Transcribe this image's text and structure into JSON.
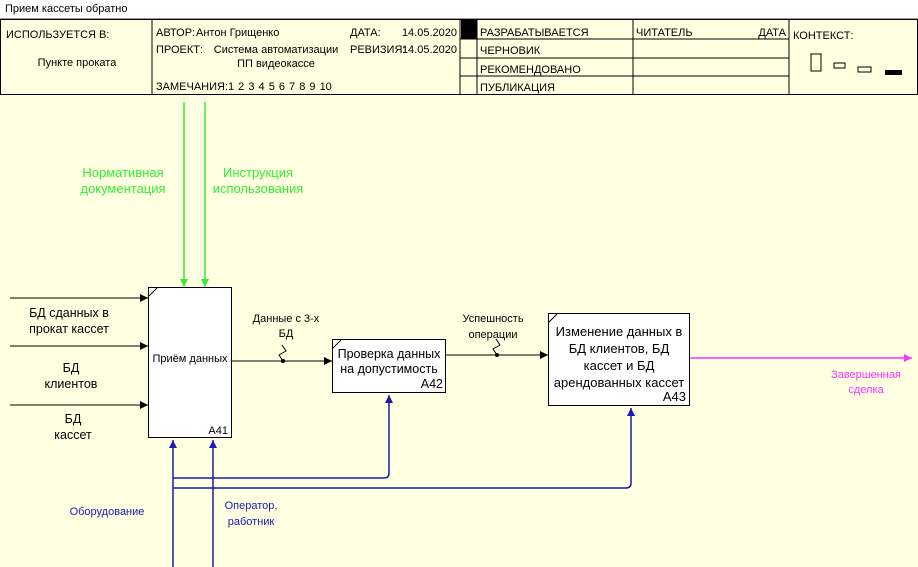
{
  "window": {
    "title": "Прием кассеты обратно"
  },
  "header": {
    "used_in_label": "ИСПОЛЬЗУЕТСЯ В:",
    "used_in_value": "Пункте проката",
    "author_label": "АВТОР:",
    "author_value": "Антон Грищенко",
    "project_label": "ПРОЕКТ:",
    "project_value_1": "Система автоматизации",
    "project_value_2": "ПП видеокассе",
    "date_label": "ДАТА:",
    "date_value": "14.05.2020",
    "revision_label": "РЕВИЗИЯ:",
    "revision_value": "14.05.2020",
    "notes_label": "ЗАМЕЧАНИЯ:",
    "notes_numbers": "1 2 3 4 5 6 7 8 9 10",
    "status_working": "РАЗРАБАТЫВАЕТСЯ",
    "status_draft": "ЧЕРНОВИК",
    "status_recommended": "РЕКОМЕНДОВАНО",
    "status_publication": "ПУБЛИКАЦИЯ",
    "reader_label": "ЧИТАТЕЛЬ",
    "reader_date_label": "ДАТА",
    "context_label": "КОНТЕКСТ:"
  },
  "diagram": {
    "controls": {
      "normative_1": "Нормативная",
      "normative_2": "документация",
      "instruction_1": "Инструкция",
      "instruction_2": "использования"
    },
    "inputs": {
      "returned_1": "БД сданных в",
      "returned_2": "прокат кассет",
      "clients_1": "БД",
      "clients_2": "клиентов",
      "cassettes_1": "БД",
      "cassettes_2": "кассет"
    },
    "boxes": {
      "a41_title": "Приём данных",
      "a41_id": "A41",
      "a42_title_1": "Проверка данных",
      "a42_title_2": "на допустимость",
      "a42_id": "A42",
      "a43_title_1": "Изменение данных в",
      "a43_title_2": "БД клиентов, БД",
      "a43_title_3": "кассет и БД",
      "a43_title_4": "арендованных кассет",
      "a43_id": "A43"
    },
    "arrows": {
      "data3_1": "Данные с 3-х",
      "data3_2": "БД",
      "success_1": "Успешность",
      "success_2": "операции",
      "output_1": "Завершенная",
      "output_2": "сделка"
    },
    "mechanisms": {
      "equipment": "Оборудование",
      "operator_1": "Оператор,",
      "operator_2": "работник"
    },
    "colors": {
      "control": "#33ee33",
      "mechanism": "#1a1ab4",
      "output": "#ff33ff",
      "ink": "#000000"
    }
  }
}
